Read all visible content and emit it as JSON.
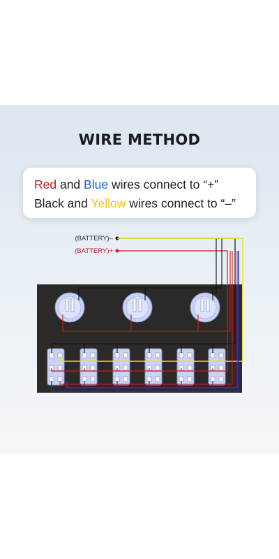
{
  "title": "WIRE METHOD",
  "instructions": {
    "line1": {
      "red": "Red",
      "and": " and ",
      "blue": "Blue",
      "rest": " wires connect to “+”"
    },
    "line2": {
      "black": "Black and ",
      "yellow": "Yellow",
      "rest": " wires connect to “–”"
    }
  },
  "battery": {
    "negative_label": "(BATTERY)–",
    "positive_label": "(BATTERY)+"
  },
  "colors": {
    "red_wire": "#d81a1a",
    "blue_wire": "#2a2aa8",
    "black_wire": "#111111",
    "yellow_wire": "#f3df1a",
    "panel": "#2b2a29",
    "switch_body": "#c9d2f7"
  },
  "panel": {
    "round_switches": 3,
    "rocker_switches": 6
  }
}
